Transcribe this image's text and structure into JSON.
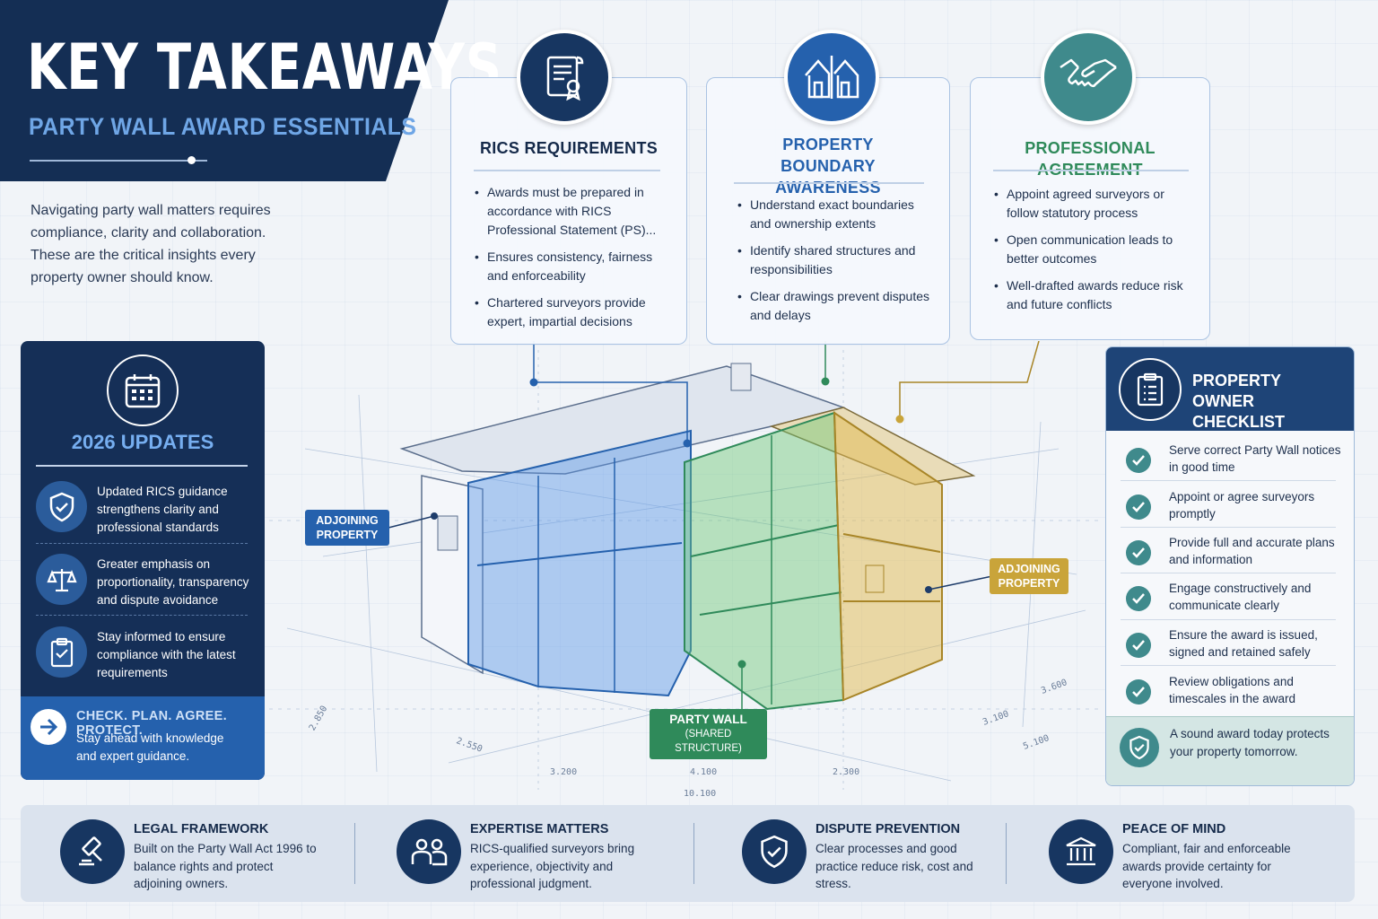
{
  "header": {
    "title": "KEY TAKEAWAYS",
    "subtitle": "PARTY WALL AWARD ESSENTIALS"
  },
  "intro": "Navigating party wall matters requires compliance, clarity and collaboration. These are the critical insights every property owner should know.",
  "cards": [
    {
      "icon": "certificate-icon",
      "title": "RICS REQUIREMENTS",
      "items": [
        "Awards must be prepared in accordance with RICS Professional Statement (PS)...",
        "Ensures consistency, fairness and enforceability",
        "Chartered surveyors provide expert, impartial decisions"
      ]
    },
    {
      "icon": "houses-icon",
      "title": "PROPERTY BOUNDARY AWARENESS",
      "items": [
        "Understand exact boundaries and ownership extents",
        "Identify shared structures and responsibilities",
        "Clear drawings prevent disputes and delays"
      ]
    },
    {
      "icon": "handshake-icon",
      "title": "PROFESSIONAL AGREEMENT",
      "items": [
        "Appoint agreed surveyors or follow statutory process",
        "Open communication leads to better outcomes",
        "Well-drafted awards reduce risk and future conflicts"
      ]
    }
  ],
  "updates": {
    "title": "2026 UPDATES",
    "items": [
      {
        "icon": "shield-check-icon",
        "text": "Updated RICS guidance strengthens clarity and professional standards"
      },
      {
        "icon": "scales-icon",
        "text": "Greater emphasis on proportionality, transparency and dispute avoidance"
      },
      {
        "icon": "clipboard-check-icon",
        "text": "Stay informed to ensure compliance with the latest requirements"
      }
    ],
    "footer_title": "CHECK. PLAN. AGREE. PROTECT.",
    "footer_text": "Stay ahead with knowledge and expert guidance."
  },
  "checklist": {
    "title": "PROPERTY OWNER CHECKLIST",
    "items": [
      "Serve correct Party Wall notices in good time",
      "Appoint or agree surveyors promptly",
      "Provide full and accurate plans and information",
      "Engage constructively and communicate clearly",
      "Ensure the award is issued, signed and retained safely",
      "Review obligations and timescales in the award"
    ],
    "footer": "A sound award today protects your property tomorrow."
  },
  "drawing": {
    "adjoining_left": "ADJOINING PROPERTY",
    "adjoining_right": "ADJOINING PROPERTY",
    "party_wall": "PARTY WALL",
    "party_wall_sub": "(SHARED STRUCTURE)",
    "dims": [
      "3.200",
      "4.100",
      "2.300",
      "10.100",
      "2.850",
      "2.550",
      "3.100",
      "5.100",
      "3.600"
    ]
  },
  "bottom": [
    {
      "icon": "gavel-icon",
      "title": "LEGAL FRAMEWORK",
      "text": "Built on the Party Wall Act 1996 to balance rights and protect adjoining owners."
    },
    {
      "icon": "people-icon",
      "title": "EXPERTISE MATTERS",
      "text": "RICS-qualified surveyors bring experience, objectivity and professional judgment."
    },
    {
      "icon": "shield-check-icon",
      "title": "DISPUTE PREVENTION",
      "text": "Clear processes and good practice reduce risk, cost and stress."
    },
    {
      "icon": "institution-icon",
      "title": "PEACE OF MIND",
      "text": "Compliant, fair and enforceable awards provide certainty for everyone involved."
    }
  ],
  "colors": {
    "navy": "#142e54",
    "blue": "#2561ad",
    "light_blue": "#6fa6e6",
    "teal": "#3f8a8c",
    "green": "#2f8a5a",
    "gold": "#c9a43a"
  }
}
